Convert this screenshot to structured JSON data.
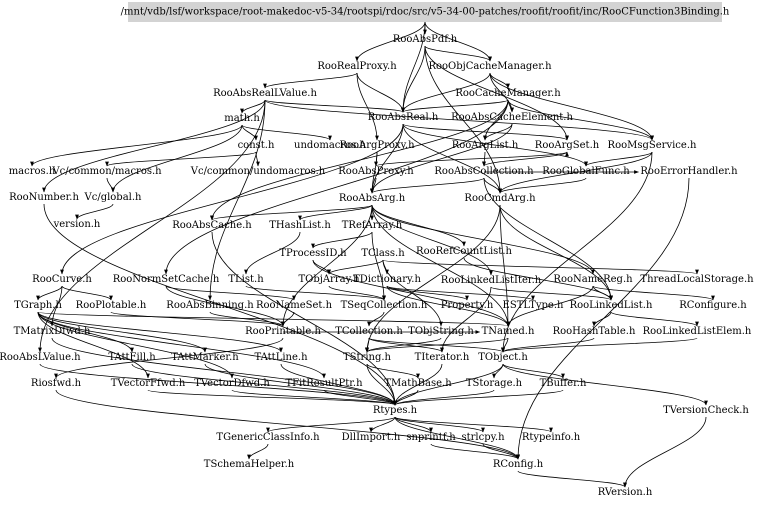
{
  "root": "/mnt/vdb/lsf/workspace/root-makedoc-v5-34/rootspi/rdoc/src/v5-34-00-patches/roofit/roofit/inc/RooCFunction3Binding.h",
  "nodes": [
    {
      "id": "RooAbsPdf",
      "label": "RooAbsPdf.h"
    },
    {
      "id": "RooRealProxy",
      "label": "RooRealProxy.h"
    },
    {
      "id": "RooObjCacheManager",
      "label": "RooObjCacheManager.h"
    },
    {
      "id": "RooAbsRealLValue",
      "label": "RooAbsRealLValue.h"
    },
    {
      "id": "RooCacheManager",
      "label": "RooCacheManager.h"
    },
    {
      "id": "RooAbsReal",
      "label": "RooAbsReal.h"
    },
    {
      "id": "RooAbsCacheElement",
      "label": "RooAbsCacheElement.h"
    },
    {
      "id": "math",
      "label": "math.h"
    },
    {
      "id": "const",
      "label": "const.h"
    },
    {
      "id": "undomacros",
      "label": "undomacros.h"
    },
    {
      "id": "RooArgProxy",
      "label": "RooArgProxy.h"
    },
    {
      "id": "RooArgList",
      "label": "RooArgList.h"
    },
    {
      "id": "RooArgSet",
      "label": "RooArgSet.h"
    },
    {
      "id": "RooMsgService",
      "label": "RooMsgService.h"
    },
    {
      "id": "macros",
      "label": "macros.h"
    },
    {
      "id": "VcMacros",
      "label": "Vc/common/macros.h"
    },
    {
      "id": "VcUndomacros",
      "label": "Vc/common/undomacros.h"
    },
    {
      "id": "RooAbsProxy",
      "label": "RooAbsProxy.h"
    },
    {
      "id": "RooAbsCollection",
      "label": "RooAbsCollection.h"
    },
    {
      "id": "RooGlobalFunc",
      "label": "RooGlobalFunc.h"
    },
    {
      "id": "RooErrorHandler",
      "label": "RooErrorHandler.h"
    },
    {
      "id": "RooNumber",
      "label": "RooNumber.h"
    },
    {
      "id": "VcGlobal",
      "label": "Vc/global.h"
    },
    {
      "id": "RooAbsArg",
      "label": "RooAbsArg.h"
    },
    {
      "id": "RooCmdArg",
      "label": "RooCmdArg.h"
    },
    {
      "id": "version",
      "label": "version.h"
    },
    {
      "id": "RooAbsCache",
      "label": "RooAbsCache.h"
    },
    {
      "id": "THashList",
      "label": "THashList.h"
    },
    {
      "id": "TRefArray",
      "label": "TRefArray.h"
    },
    {
      "id": "TProcessID",
      "label": "TProcessID.h"
    },
    {
      "id": "TClass",
      "label": "TClass.h"
    },
    {
      "id": "RooRefCountList",
      "label": "RooRefCountList.h"
    },
    {
      "id": "TObjArray",
      "label": "TObjArray.h"
    },
    {
      "id": "TList",
      "label": "TList.h"
    },
    {
      "id": "TDictionary",
      "label": "TDictionary.h"
    },
    {
      "id": "RooCurve",
      "label": "RooCurve.h"
    },
    {
      "id": "RooNormSetCache",
      "label": "RooNormSetCache.h"
    },
    {
      "id": "RooLinkedListIter",
      "label": "RooLinkedListIter.h"
    },
    {
      "id": "RooNameReg",
      "label": "RooNameReg.h"
    },
    {
      "id": "ThreadLocalStorage",
      "label": "ThreadLocalStorage.h"
    },
    {
      "id": "TGraph",
      "label": "TGraph.h"
    },
    {
      "id": "RooPlotable",
      "label": "RooPlotable.h"
    },
    {
      "id": "RooAbsBinning",
      "label": "RooAbsBinning.h"
    },
    {
      "id": "RooNameSet",
      "label": "RooNameSet.h"
    },
    {
      "id": "TSeqCollection",
      "label": "TSeqCollection.h"
    },
    {
      "id": "Property",
      "label": "Property.h"
    },
    {
      "id": "ESTLType",
      "label": "ESTLType.h"
    },
    {
      "id": "RooLinkedList",
      "label": "RooLinkedList.h"
    },
    {
      "id": "RConfigure",
      "label": "RConfigure.h"
    },
    {
      "id": "TMatrixDfwd",
      "label": "TMatrixDfwd.h"
    },
    {
      "id": "RooPrintable",
      "label": "RooPrintable.h"
    },
    {
      "id": "TCollection",
      "label": "TCollection.h"
    },
    {
      "id": "TObjString",
      "label": "TObjString.h"
    },
    {
      "id": "TNamed",
      "label": "TNamed.h"
    },
    {
      "id": "RooHashTable",
      "label": "RooHashTable.h"
    },
    {
      "id": "RooLinkedListElem",
      "label": "RooLinkedListElem.h"
    },
    {
      "id": "RooAbsLValue",
      "label": "RooAbsLValue.h"
    },
    {
      "id": "TAttFill",
      "label": "TAttFill.h"
    },
    {
      "id": "TAttMarker",
      "label": "TAttMarker.h"
    },
    {
      "id": "TAttLine",
      "label": "TAttLine.h"
    },
    {
      "id": "TString",
      "label": "TString.h"
    },
    {
      "id": "TIterator",
      "label": "TIterator.h"
    },
    {
      "id": "TObject",
      "label": "TObject.h"
    },
    {
      "id": "Riosfwd",
      "label": "Riosfwd.h"
    },
    {
      "id": "TVectorFfwd",
      "label": "TVectorFfwd.h"
    },
    {
      "id": "TVectorDfwd",
      "label": "TVectorDfwd.h"
    },
    {
      "id": "TFitResultPtr",
      "label": "TFitResultPtr.h"
    },
    {
      "id": "TMathBase",
      "label": "TMathBase.h"
    },
    {
      "id": "TStorage",
      "label": "TStorage.h"
    },
    {
      "id": "TBuffer",
      "label": "TBuffer.h"
    },
    {
      "id": "Rtypes",
      "label": "Rtypes.h"
    },
    {
      "id": "TVersionCheck",
      "label": "TVersionCheck.h"
    },
    {
      "id": "TGenericClassInfo",
      "label": "TGenericClassInfo.h"
    },
    {
      "id": "DllImport",
      "label": "DllImport.h"
    },
    {
      "id": "snprintf",
      "label": "snprintf.h"
    },
    {
      "id": "strlcpy",
      "label": "strlcpy.h"
    },
    {
      "id": "Rtypeinfo",
      "label": "Rtypeinfo.h"
    },
    {
      "id": "TSchemaHelper",
      "label": "TSchemaHelper.h"
    },
    {
      "id": "RConfig",
      "label": "RConfig.h"
    },
    {
      "id": "RVersion",
      "label": "RVersion.h"
    }
  ],
  "edges": [
    [
      "root",
      "RooAbsPdf"
    ],
    [
      "root",
      "RooRealProxy"
    ],
    [
      "root",
      "RooObjCacheManager"
    ],
    [
      "root",
      "RooAbsReal"
    ],
    [
      "RooAbsPdf",
      "RooAbsReal"
    ],
    [
      "RooAbsPdf",
      "RooObjCacheManager"
    ],
    [
      "RooAbsPdf",
      "RooCmdArg"
    ],
    [
      "RooAbsPdf",
      "RooArgSet"
    ],
    [
      "RooRealProxy",
      "RooAbsReal"
    ],
    [
      "RooRealProxy",
      "RooArgProxy"
    ],
    [
      "RooRealProxy",
      "RooAbsRealLValue"
    ],
    [
      "RooObjCacheManager",
      "RooCacheManager"
    ],
    [
      "RooObjCacheManager",
      "RooAbsCacheElement"
    ],
    [
      "RooObjCacheManager",
      "RooAbsReal"
    ],
    [
      "RooObjCacheManager",
      "RooMsgService"
    ],
    [
      "RooAbsRealLValue",
      "RooAbsReal"
    ],
    [
      "RooAbsRealLValue",
      "math"
    ],
    [
      "RooAbsRealLValue",
      "RooNumber"
    ],
    [
      "RooAbsRealLValue",
      "RooAbsLValue"
    ],
    [
      "RooAbsRealLValue",
      "RooAbsBinning"
    ],
    [
      "RooAbsRealLValue",
      "RooMsgService"
    ],
    [
      "RooCacheManager",
      "RooAbsCacheElement"
    ],
    [
      "RooCacheManager",
      "RooArgList"
    ],
    [
      "RooCacheManager",
      "RooNormSetCache"
    ],
    [
      "RooCacheManager",
      "RooAbsCache"
    ],
    [
      "RooCacheManager",
      "RooMsgService"
    ],
    [
      "RooCacheManager",
      "RooAbsReal"
    ],
    [
      "RooAbsCacheElement",
      "RooArgList"
    ],
    [
      "RooAbsCacheElement",
      "RooAbsArg"
    ],
    [
      "RooAbsReal",
      "RooAbsArg"
    ],
    [
      "RooAbsReal",
      "RooCmdArg"
    ],
    [
      "RooAbsReal",
      "RooCurve"
    ],
    [
      "RooAbsReal",
      "RooArgSet"
    ],
    [
      "RooAbsReal",
      "RooGlobalFunc"
    ],
    [
      "math",
      "const"
    ],
    [
      "math",
      "undomacros"
    ],
    [
      "math",
      "macros"
    ],
    [
      "math",
      "VcGlobal"
    ],
    [
      "const",
      "VcMacros"
    ],
    [
      "const",
      "VcUndomacros"
    ],
    [
      "VcMacros",
      "VcGlobal"
    ],
    [
      "VcGlobal",
      "version"
    ],
    [
      "RooArgProxy",
      "RooAbsProxy"
    ],
    [
      "RooArgProxy",
      "RooAbsArg"
    ],
    [
      "RooAbsProxy",
      "RooAbsArg"
    ],
    [
      "RooAbsProxy",
      "RooArgSet"
    ],
    [
      "RooArgList",
      "RooAbsCollection"
    ],
    [
      "RooArgSet",
      "RooAbsCollection"
    ],
    [
      "RooMsgService",
      "RooGlobalFunc"
    ],
    [
      "RooMsgService",
      "RooCmdArg"
    ],
    [
      "RooMsgService",
      "TObject"
    ],
    [
      "RooAbsCollection",
      "RooAbsArg"
    ],
    [
      "RooAbsCollection",
      "RooErrorHandler"
    ],
    [
      "RooAbsCollection",
      "RooLinkedList"
    ],
    [
      "RooAbsCollection",
      "RooCmdArg"
    ],
    [
      "RooGlobalFunc",
      "RooCmdArg"
    ],
    [
      "RooErrorHandler",
      "RConfig"
    ],
    [
      "RooNumber",
      "Rtypes"
    ],
    [
      "RooAbsArg",
      "THashList"
    ],
    [
      "RooAbsArg",
      "TRefArray"
    ],
    [
      "RooAbsArg",
      "RooRefCountList"
    ],
    [
      "RooAbsArg",
      "RooPrintable"
    ],
    [
      "RooAbsArg",
      "RooLinkedListIter"
    ],
    [
      "RooAbsArg",
      "RooNameReg"
    ],
    [
      "RooAbsArg",
      "RooAbsCache"
    ],
    [
      "RooAbsArg",
      "TNamed"
    ],
    [
      "RooCmdArg",
      "RooLinkedList"
    ],
    [
      "RooCmdArg",
      "TNamed"
    ],
    [
      "RooCmdArg",
      "TString"
    ],
    [
      "RooAbsCache",
      "Rtypes"
    ],
    [
      "THashList",
      "TList"
    ],
    [
      "TRefArray",
      "TProcessID"
    ],
    [
      "TRefArray",
      "TSeqCollection"
    ],
    [
      "TProcessID",
      "TObjArray"
    ],
    [
      "TProcessID",
      "TNamed"
    ],
    [
      "TClass",
      "TDictionary"
    ],
    [
      "TClass",
      "TObjArray"
    ],
    [
      "TClass",
      "TObjString"
    ],
    [
      "TClass",
      "ThreadLocalStorage"
    ],
    [
      "RooRefCountList",
      "RooLinkedList"
    ],
    [
      "TObjArray",
      "TSeqCollection"
    ],
    [
      "TList",
      "TSeqCollection"
    ],
    [
      "TDictionary",
      "TNamed"
    ],
    [
      "TDictionary",
      "ESTLType"
    ],
    [
      "TDictionary",
      "Property"
    ],
    [
      "RooCurve",
      "TGraph"
    ],
    [
      "RooCurve",
      "RooPlotable"
    ],
    [
      "RooCurve",
      "TMatrixDfwd"
    ],
    [
      "RooNormSetCache",
      "RooNameSet"
    ],
    [
      "RooNormSetCache",
      "RooPrintable"
    ],
    [
      "RooLinkedListIter",
      "RooLinkedList"
    ],
    [
      "RooLinkedListIter",
      "TIterator"
    ],
    [
      "RooNameReg",
      "TNamed"
    ],
    [
      "RooNameReg",
      "RooLinkedList"
    ],
    [
      "RooNameReg",
      "RConfigure"
    ],
    [
      "TGraph",
      "TNamed"
    ],
    [
      "TGraph",
      "TAttFill"
    ],
    [
      "TGraph",
      "TAttMarker"
    ],
    [
      "TGraph",
      "TAttLine"
    ],
    [
      "TGraph",
      "TVectorFfwd"
    ],
    [
      "TGraph",
      "TVectorDfwd"
    ],
    [
      "TGraph",
      "TFitResultPtr"
    ],
    [
      "RooPlotable",
      "RooPrintable"
    ],
    [
      "RooAbsBinning",
      "RooPrintable"
    ],
    [
      "RooNameSet",
      "RooPrintable"
    ],
    [
      "TSeqCollection",
      "TCollection"
    ],
    [
      "RooLinkedList",
      "RooHashTable"
    ],
    [
      "RooLinkedList",
      "RooLinkedListElem"
    ],
    [
      "TMatrixDfwd",
      "Rtypes"
    ],
    [
      "RooPrintable",
      "TNamed"
    ],
    [
      "RooPrintable",
      "Riosfwd"
    ],
    [
      "TCollection",
      "TObject"
    ],
    [
      "TCollection",
      "TIterator"
    ],
    [
      "TCollection",
      "TString"
    ],
    [
      "TObjString",
      "TString"
    ],
    [
      "TNamed",
      "TObject"
    ],
    [
      "TNamed",
      "TString"
    ],
    [
      "RooHashTable",
      "TObject"
    ],
    [
      "RooLinkedListElem",
      "TObject"
    ],
    [
      "RooAbsLValue",
      "Rtypes"
    ],
    [
      "TAttFill",
      "Rtypes"
    ],
    [
      "TAttMarker",
      "Rtypes"
    ],
    [
      "TAttLine",
      "Rtypes"
    ],
    [
      "TString",
      "TMathBase"
    ],
    [
      "TString",
      "Rtypes"
    ],
    [
      "TIterator",
      "Rtypes"
    ],
    [
      "TObject",
      "Rtypes"
    ],
    [
      "TObject",
      "TStorage"
    ],
    [
      "TObject",
      "TBuffer"
    ],
    [
      "TObject",
      "TVersionCheck"
    ],
    [
      "Riosfwd",
      "RConfig"
    ],
    [
      "TVectorFfwd",
      "Rtypes"
    ],
    [
      "TVectorDfwd",
      "Rtypes"
    ],
    [
      "TFitResultPtr",
      "Rtypes"
    ],
    [
      "TMathBase",
      "Rtypes"
    ],
    [
      "TStorage",
      "Rtypes"
    ],
    [
      "TBuffer",
      "Rtypes"
    ],
    [
      "Rtypes",
      "RConfig"
    ],
    [
      "Rtypes",
      "DllImport"
    ],
    [
      "Rtypes",
      "snprintf"
    ],
    [
      "Rtypes",
      "strlcpy"
    ],
    [
      "Rtypes",
      "Rtypeinfo"
    ],
    [
      "Rtypes",
      "TGenericClassInfo"
    ],
    [
      "TVersionCheck",
      "RVersion"
    ],
    [
      "TGenericClassInfo",
      "TSchemaHelper"
    ],
    [
      "strlcpy",
      "RConfig"
    ],
    [
      "snprintf",
      "RConfig"
    ],
    [
      "RConfig",
      "RVersion"
    ]
  ]
}
